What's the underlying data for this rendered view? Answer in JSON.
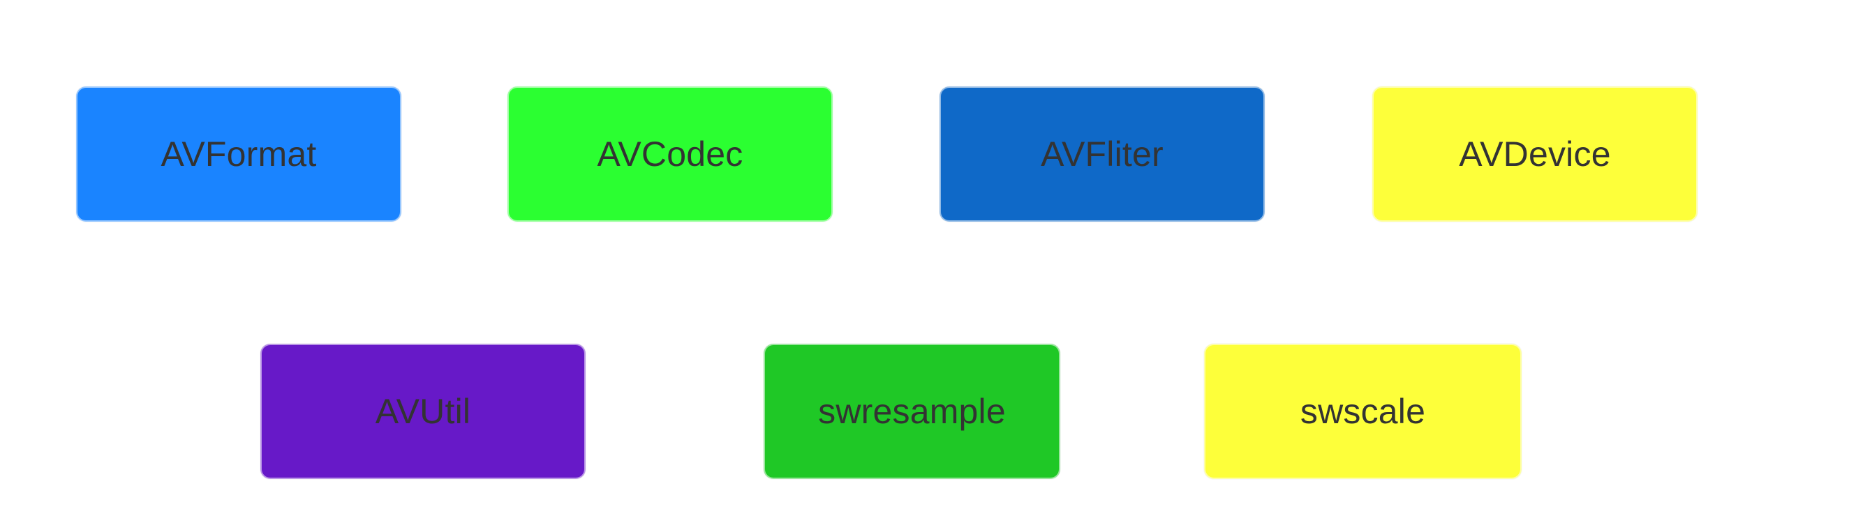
{
  "diagram": {
    "modules": [
      {
        "id": "avformat",
        "label": "AVFormat",
        "color": "#1a84ff"
      },
      {
        "id": "avcodec",
        "label": "AVCodec",
        "color": "#2bff31"
      },
      {
        "id": "avfliter",
        "label": "AVFliter",
        "color": "#0f69c8"
      },
      {
        "id": "avdevice",
        "label": "AVDevice",
        "color": "#fdff3a"
      },
      {
        "id": "avutil",
        "label": "AVUtil",
        "color": "#6719c8"
      },
      {
        "id": "swresample",
        "label": "swresample",
        "color": "#1fc826"
      },
      {
        "id": "swscale",
        "label": "swscale",
        "color": "#fdff3a"
      }
    ]
  }
}
